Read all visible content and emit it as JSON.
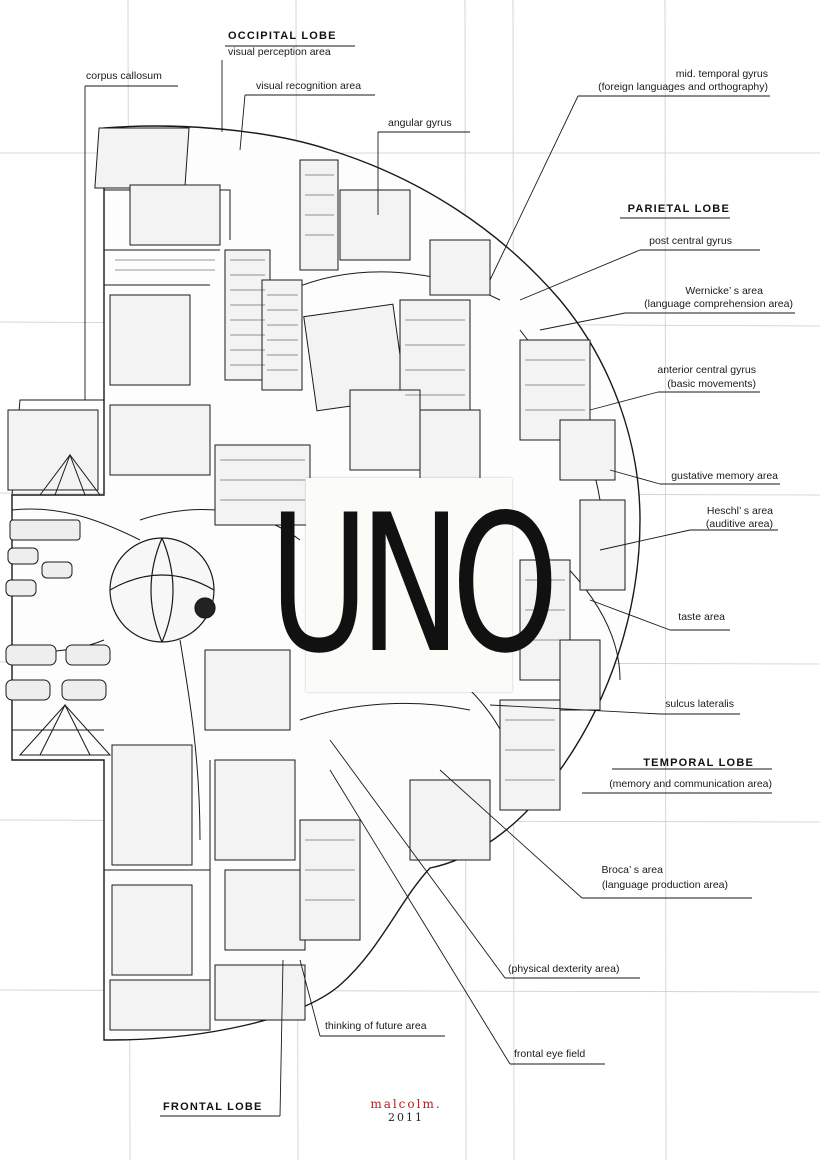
{
  "artwork": {
    "centre_title": "UNO",
    "signature": "malcolm.",
    "year": "2011"
  },
  "lobes": {
    "occipital": "OCCIPITAL LOBE",
    "parietal": "PARIETAL LOBE",
    "temporal": "TEMPORAL LOBE",
    "frontal": "FRONTAL LOBE"
  },
  "labels": {
    "visual_perception": "visual perception area",
    "corpus_callosum": "corpus callosum",
    "visual_recognition": "visual recognition area",
    "angular_gyrus": "angular gyrus",
    "mid_temporal_gyrus": "mid. temporal gyrus",
    "mid_temporal_gyrus_sub": "(foreign languages and orthography)",
    "post_central_gyrus": "post central gyrus",
    "wernicke": "Wernicke’ s  area",
    "wernicke_sub": "(language comprehension area)",
    "anterior_central_gyrus": "anterior central gyrus",
    "anterior_central_gyrus_sub": "(basic movements)",
    "gustative_memory": "gustative memory area",
    "heschl": "Heschl’ s  area",
    "heschl_sub": "(auditive area)",
    "taste": "taste area",
    "sulcus_lateralis": "sulcus lateralis",
    "temporal_sub": "(memory and communication area)",
    "broca": "Broca’ s  area",
    "broca_sub": "(language production area)",
    "physical_dexterity": "(physical dexterity area)",
    "thinking_future": "thinking of future area",
    "frontal_eye_field": "frontal eye field"
  },
  "colors": {
    "ink": "#1a1a1a",
    "grid": "#c9ccd4",
    "paper": "#ffffff",
    "signature": "#b3202a"
  }
}
